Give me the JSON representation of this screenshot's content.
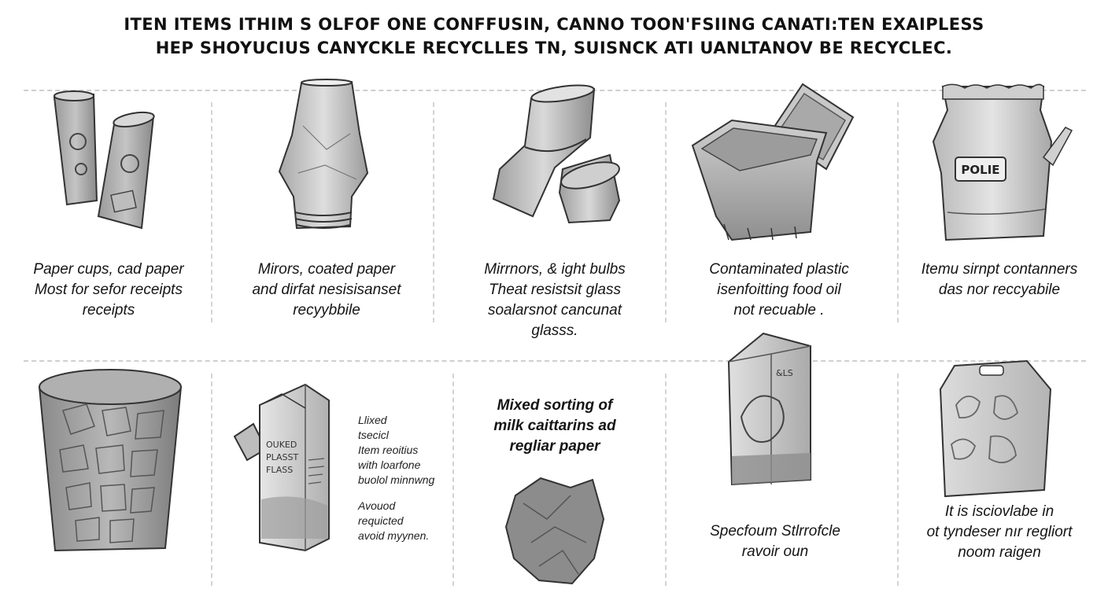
{
  "header": {
    "line1": "ITEN ITEMS ITHIM S  OLFOF ONE CONFFUSIN, CANNO TOON'FSIING CANATI:TEN EXAIPLESS",
    "line2": "HEP SHOYUCIUS CANYCKLE RECYCLLES TN, SUISNCK ATI UANLTANOV BE RECYCLEC."
  },
  "items": [
    {
      "icon": "paper-cups-icon",
      "lines": [
        "Paper cups, cad paper",
        "Most for sefor receipts",
        "receipts"
      ]
    },
    {
      "icon": "glass-vase-icon",
      "lines": [
        "Mirors, coated paper",
        "and dirfat nesisisanset",
        "recyybbile"
      ]
    },
    {
      "icon": "broken-glass-icon",
      "lines": [
        "Mirrnors, & ight bulbs",
        "Theat  resistsit glass",
        "soalarsnot cancunat",
        "glasss."
      ]
    },
    {
      "icon": "plastic-container-icon",
      "lines": [
        "Contaminated plastic",
        "isenfoitting food oil",
        "not recuable ."
      ]
    },
    {
      "icon": "chip-bag-icon",
      "lines": [
        "Itemu sirnpt contanners",
        "das nor reccyabile"
      ],
      "bag_label": "POLIE"
    },
    {
      "icon": "ice-bucket-icon",
      "lines": []
    },
    {
      "icon": "milk-carton-icon",
      "lines": [],
      "carton_label": [
        "OUKED",
        "PLASST",
        "FLASS"
      ],
      "notes": [
        "Llixed",
        "tsecicl",
        "Item reoitius",
        "with loarfone",
        "buolol minnwng",
        "Avouod",
        "requicted",
        "avoid myynen."
      ]
    },
    {
      "icon": "crumpled-foil-icon",
      "lines": [
        "Mixed sorting of",
        "milk caittarins ad",
        "regliar paper"
      ]
    },
    {
      "icon": "juice-carton-icon",
      "lines": [
        "Specfoum Stlrrofcle",
        "ravoir oun"
      ],
      "carton_mark": "&LS"
    },
    {
      "icon": "plastic-bag-icon",
      "lines": [
        "It is isciovlabe in",
        "ot tyndeser nır regliort",
        "noom raigen"
      ]
    }
  ]
}
